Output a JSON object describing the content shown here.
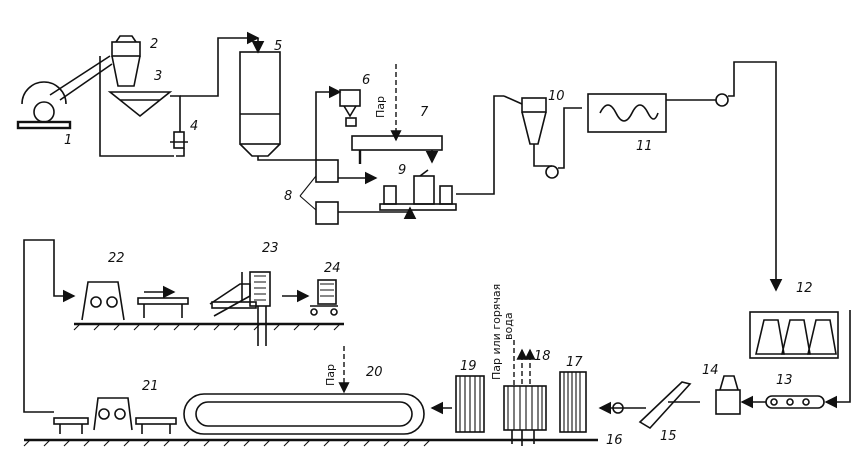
{
  "diagram": {
    "step_labels": [
      "1",
      "2",
      "3",
      "4",
      "5",
      "6",
      "7",
      "8",
      "9",
      "10",
      "11",
      "12",
      "13",
      "14",
      "15",
      "16",
      "17",
      "18",
      "19",
      "20",
      "21",
      "22",
      "23",
      "24"
    ],
    "steam_label": "Пар",
    "steam_label_2": "Пар",
    "steam_or_hot_water_line1": "Пар или горячая",
    "steam_or_hot_water_line2": "вода"
  }
}
